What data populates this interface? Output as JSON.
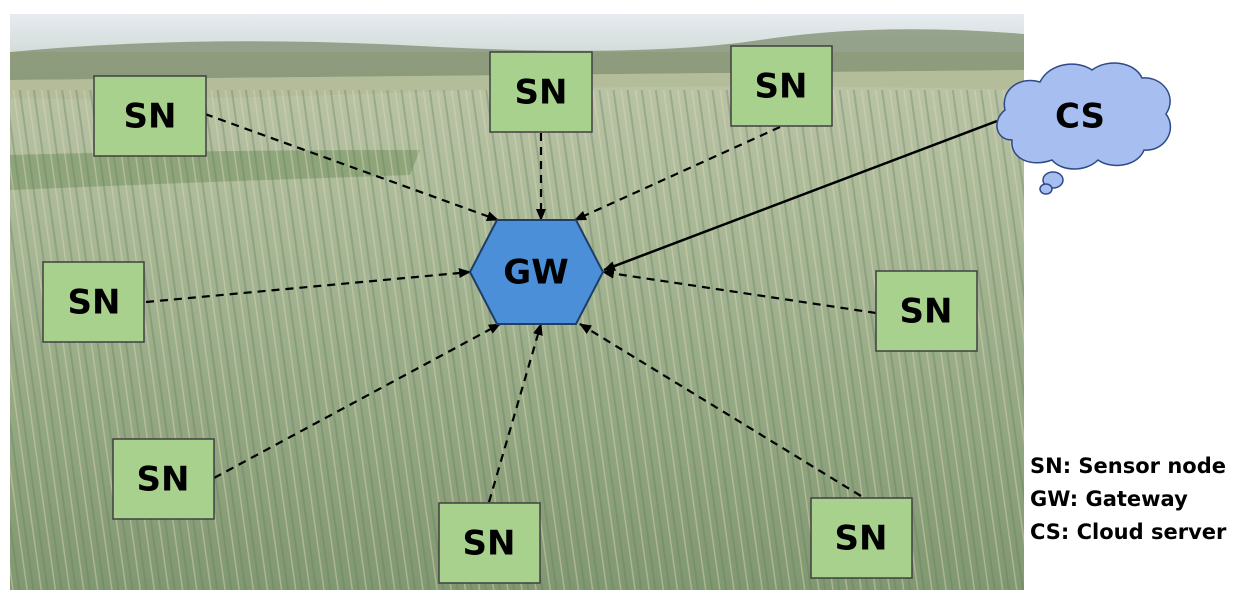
{
  "colors": {
    "sensor_fill": "#a9d18e",
    "sensor_border": "#404040",
    "gateway_fill": "#4a8fd8",
    "gateway_border": "#1f3d66",
    "cloud_fill": "#a7bff0",
    "cloud_border": "#2f4a86",
    "link": "#000000",
    "field_green": "#7f9a6a",
    "sky": "#dfe6ec"
  },
  "nodes": {
    "gateway": {
      "label": "GW"
    },
    "cloud": {
      "label": "CS"
    },
    "sensors": [
      {
        "label": "SN"
      },
      {
        "label": "SN"
      },
      {
        "label": "SN"
      },
      {
        "label": "SN"
      },
      {
        "label": "SN"
      },
      {
        "label": "SN"
      },
      {
        "label": "SN"
      },
      {
        "label": "SN"
      }
    ]
  },
  "links": {
    "sensor_to_gateway": "dashed",
    "gateway_to_cloud": "solid"
  },
  "legend": [
    {
      "text": "SN: Sensor node"
    },
    {
      "text": "GW: Gateway"
    },
    {
      "text": "CS: Cloud server"
    }
  ]
}
